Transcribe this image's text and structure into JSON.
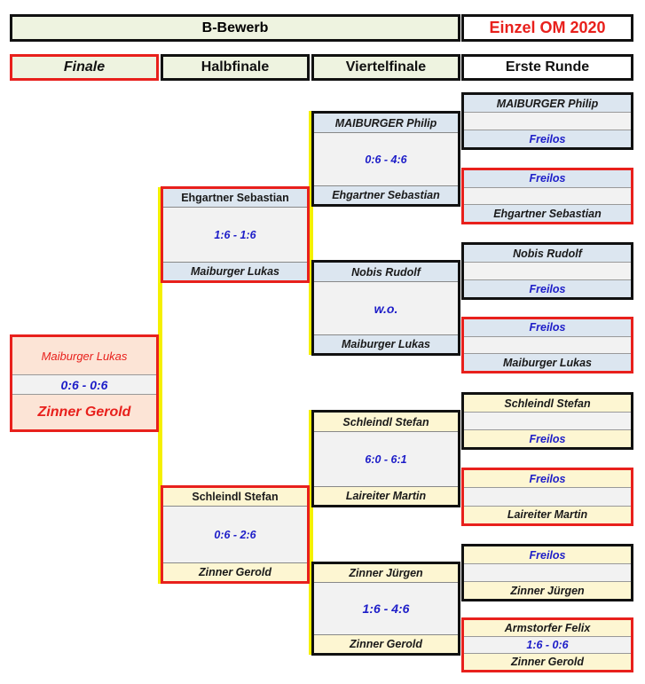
{
  "header": {
    "title": "B-Bewerb",
    "subtitle": "Einzel OM 2020"
  },
  "rounds": {
    "finale": "Finale",
    "halbfinale": "Halbfinale",
    "viertelfinale": "Viertelfinale",
    "erste_runde": "Erste Runde"
  },
  "final": {
    "top": "Maiburger Lukas",
    "score": "0:6  -  0:6",
    "bottom": "Zinner Gerold"
  },
  "semis": [
    {
      "top": "Ehgartner Sebastian",
      "score": "1:6 - 1:6",
      "bottom": "Maiburger Lukas"
    },
    {
      "top": "Schleindl Stefan",
      "score": "0:6 - 2:6",
      "bottom": "Zinner Gerold"
    }
  ],
  "quarters": [
    {
      "top": "MAIBURGER Philip",
      "score": "0:6 - 4:6",
      "bottom": "Ehgartner Sebastian"
    },
    {
      "top": "Nobis Rudolf",
      "score": "w.o.",
      "bottom": "Maiburger Lukas"
    },
    {
      "top": "Schleindl Stefan",
      "score": "6:0 - 6:1",
      "bottom": "Laireiter Martin"
    },
    {
      "top": "Zinner Jürgen",
      "score": "1:6 - 4:6",
      "bottom": "Zinner Gerold"
    }
  ],
  "first_round": [
    {
      "top": "MAIBURGER Philip",
      "mid": "",
      "bottom": "Freilos"
    },
    {
      "top": "Freilos",
      "mid": "",
      "bottom": "Ehgartner Sebastian"
    },
    {
      "top": "Nobis Rudolf",
      "mid": "",
      "bottom": "Freilos"
    },
    {
      "top": "Freilos",
      "mid": "",
      "bottom": "Maiburger Lukas"
    },
    {
      "top": "Schleindl Stefan",
      "mid": "",
      "bottom": "Freilos"
    },
    {
      "top": "Freilos",
      "mid": "",
      "bottom": "Laireiter Martin"
    },
    {
      "top": "Freilos",
      "mid": "",
      "bottom": "Zinner Jürgen"
    },
    {
      "top": "Armstorfer Felix",
      "mid": "1:6 - 0:6",
      "bottom": "Zinner Gerold"
    }
  ],
  "colors": {
    "accent_red": "#e8201c",
    "score_blue": "#1d1dc8",
    "bracket_yellow": "#f5f000"
  }
}
